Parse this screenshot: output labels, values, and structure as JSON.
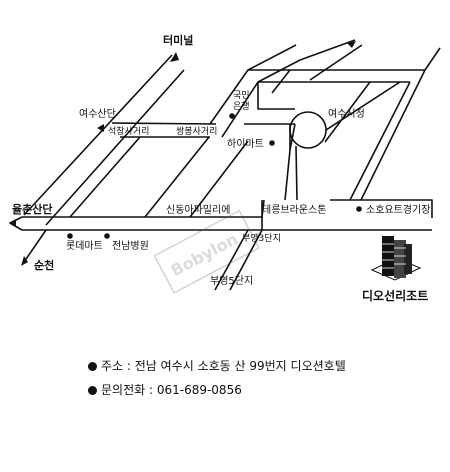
{
  "labels": {
    "terminal": "터미널",
    "yeosu_sandan": "여수산단",
    "seokchang": "석창사거리",
    "ssangbong": "쌍봉사거리",
    "gukmin_bank": "국민\n은행",
    "yeosu_cityhall": "여수시청",
    "himart": "하이마트",
    "sindong_apt": "신동아파밀리에",
    "tereung": "테릉브라운스톤",
    "soho_yacht": "소호요트경기장",
    "yulchon": "율촌산단",
    "lotte_mart": "롯데마트",
    "jeonnam_hosp": "전남병원",
    "suncheon": "순천",
    "buyeong3": "부영3단지",
    "buyeong5": "부영5단지",
    "dio_resort": "디오선리조트",
    "watermark": "Bobylon"
  },
  "info": {
    "address": "주소 : 전남 여수시 소호동 산 99번지 디오션호텔",
    "phone": "문의전화 : 061-689-0856"
  },
  "colors": {
    "line": "#111111",
    "bg": "#ffffff"
  }
}
